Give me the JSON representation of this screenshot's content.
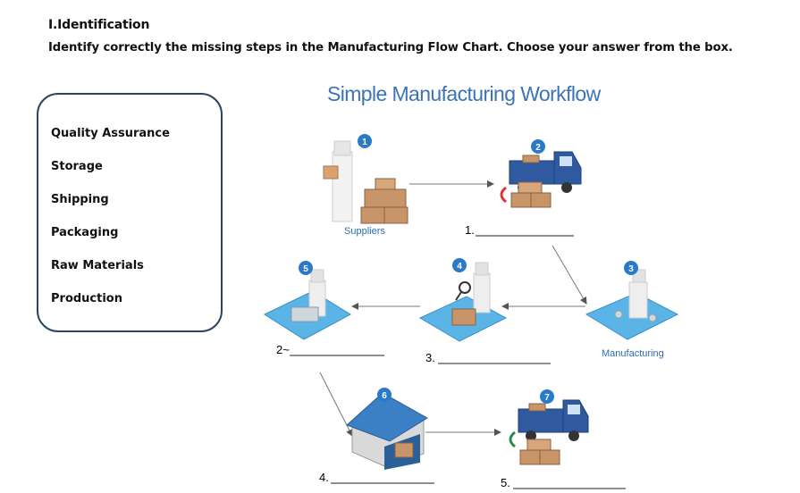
{
  "header": {
    "title": "I.Identification",
    "instruction": "Identify correctly the missing steps in the Manufacturing Flow Chart. Choose your answer from the box."
  },
  "answer_box": {
    "options": [
      "Quality Assurance",
      "Storage",
      "Shipping",
      "Packaging",
      "Raw Materials",
      "Production"
    ]
  },
  "workflow": {
    "title": "Simple Manufacturing Workflow",
    "step_numbers": [
      "1",
      "2",
      "3",
      "4",
      "5",
      "6",
      "7"
    ],
    "labels": {
      "suppliers": "Suppliers",
      "manufacturing": "Manufacturing"
    },
    "blanks": [
      "1.",
      "2~",
      "3.",
      "4.",
      "5."
    ]
  },
  "colors": {
    "title_blue": "#3a73b8",
    "badge_blue": "#2a7ac8",
    "truck_blue": "#2f5aa0",
    "box_tan": "#c8956b",
    "box_border": "#2c4560"
  }
}
